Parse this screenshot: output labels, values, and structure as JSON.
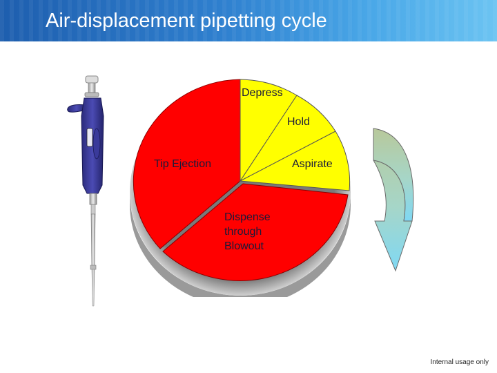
{
  "header": {
    "title": "Air-displacement pipetting cycle"
  },
  "diagram": {
    "segments": {
      "depress": "Depress",
      "hold": "Hold",
      "aspirate": "Aspirate",
      "dispense": "Dispense through Blowout",
      "tip_ejection": "Tip Ejection"
    },
    "colors": {
      "highlight": "#ffff00",
      "main": "#ff0000",
      "arrow_top": "#b8c89a",
      "arrow_bottom": "#7fd8f4"
    },
    "illustration": "pipette-illustration",
    "arrow": "cycle-arrow-icon"
  },
  "footer": {
    "note": "Internal usage only"
  }
}
